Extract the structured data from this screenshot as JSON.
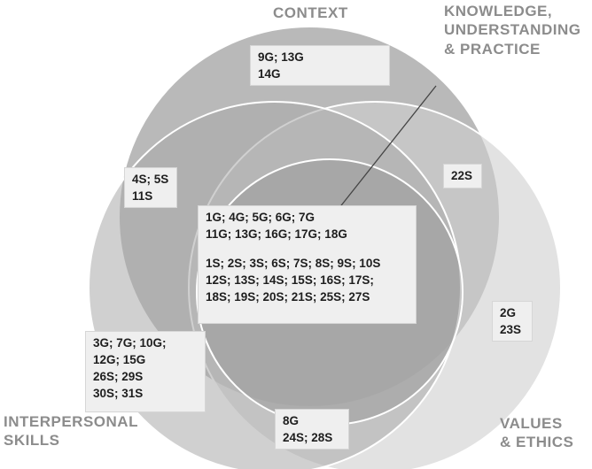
{
  "labels": {
    "context": [
      "CONTEXT"
    ],
    "knowledge": [
      "KNOWLEDGE,",
      "UNDERSTANDING",
      "& PRACTICE"
    ],
    "interpersonal": [
      "INTERPERSONAL",
      "SKILLS"
    ],
    "values": [
      "VALUES",
      "& ETHICS"
    ]
  },
  "boxes": {
    "context_only": [
      "9G; 13G",
      "14G"
    ],
    "context_interpersonal": [
      "4S; 5S",
      "11S"
    ],
    "context_values": [
      "22S"
    ],
    "center_g": [
      "1G; 4G; 5G; 6G; 7G",
      "11G; 13G; 16G; 17G; 18G"
    ],
    "center_s": [
      "1S; 2S; 3S; 6S; 7S; 8S; 9S; 10S",
      "12S; 13S; 14S; 15S; 16S; 17S;",
      "18S; 19S; 20S; 21S; 25S; 27S"
    ],
    "values_only": [
      "2G",
      "23S"
    ],
    "interpersonal_only": [
      "3G; 7G; 10G;",
      "12G; 15G",
      "26S; 29S",
      "30S; 31S"
    ],
    "interpersonal_values": [
      "8G",
      "24S; 28S"
    ]
  }
}
